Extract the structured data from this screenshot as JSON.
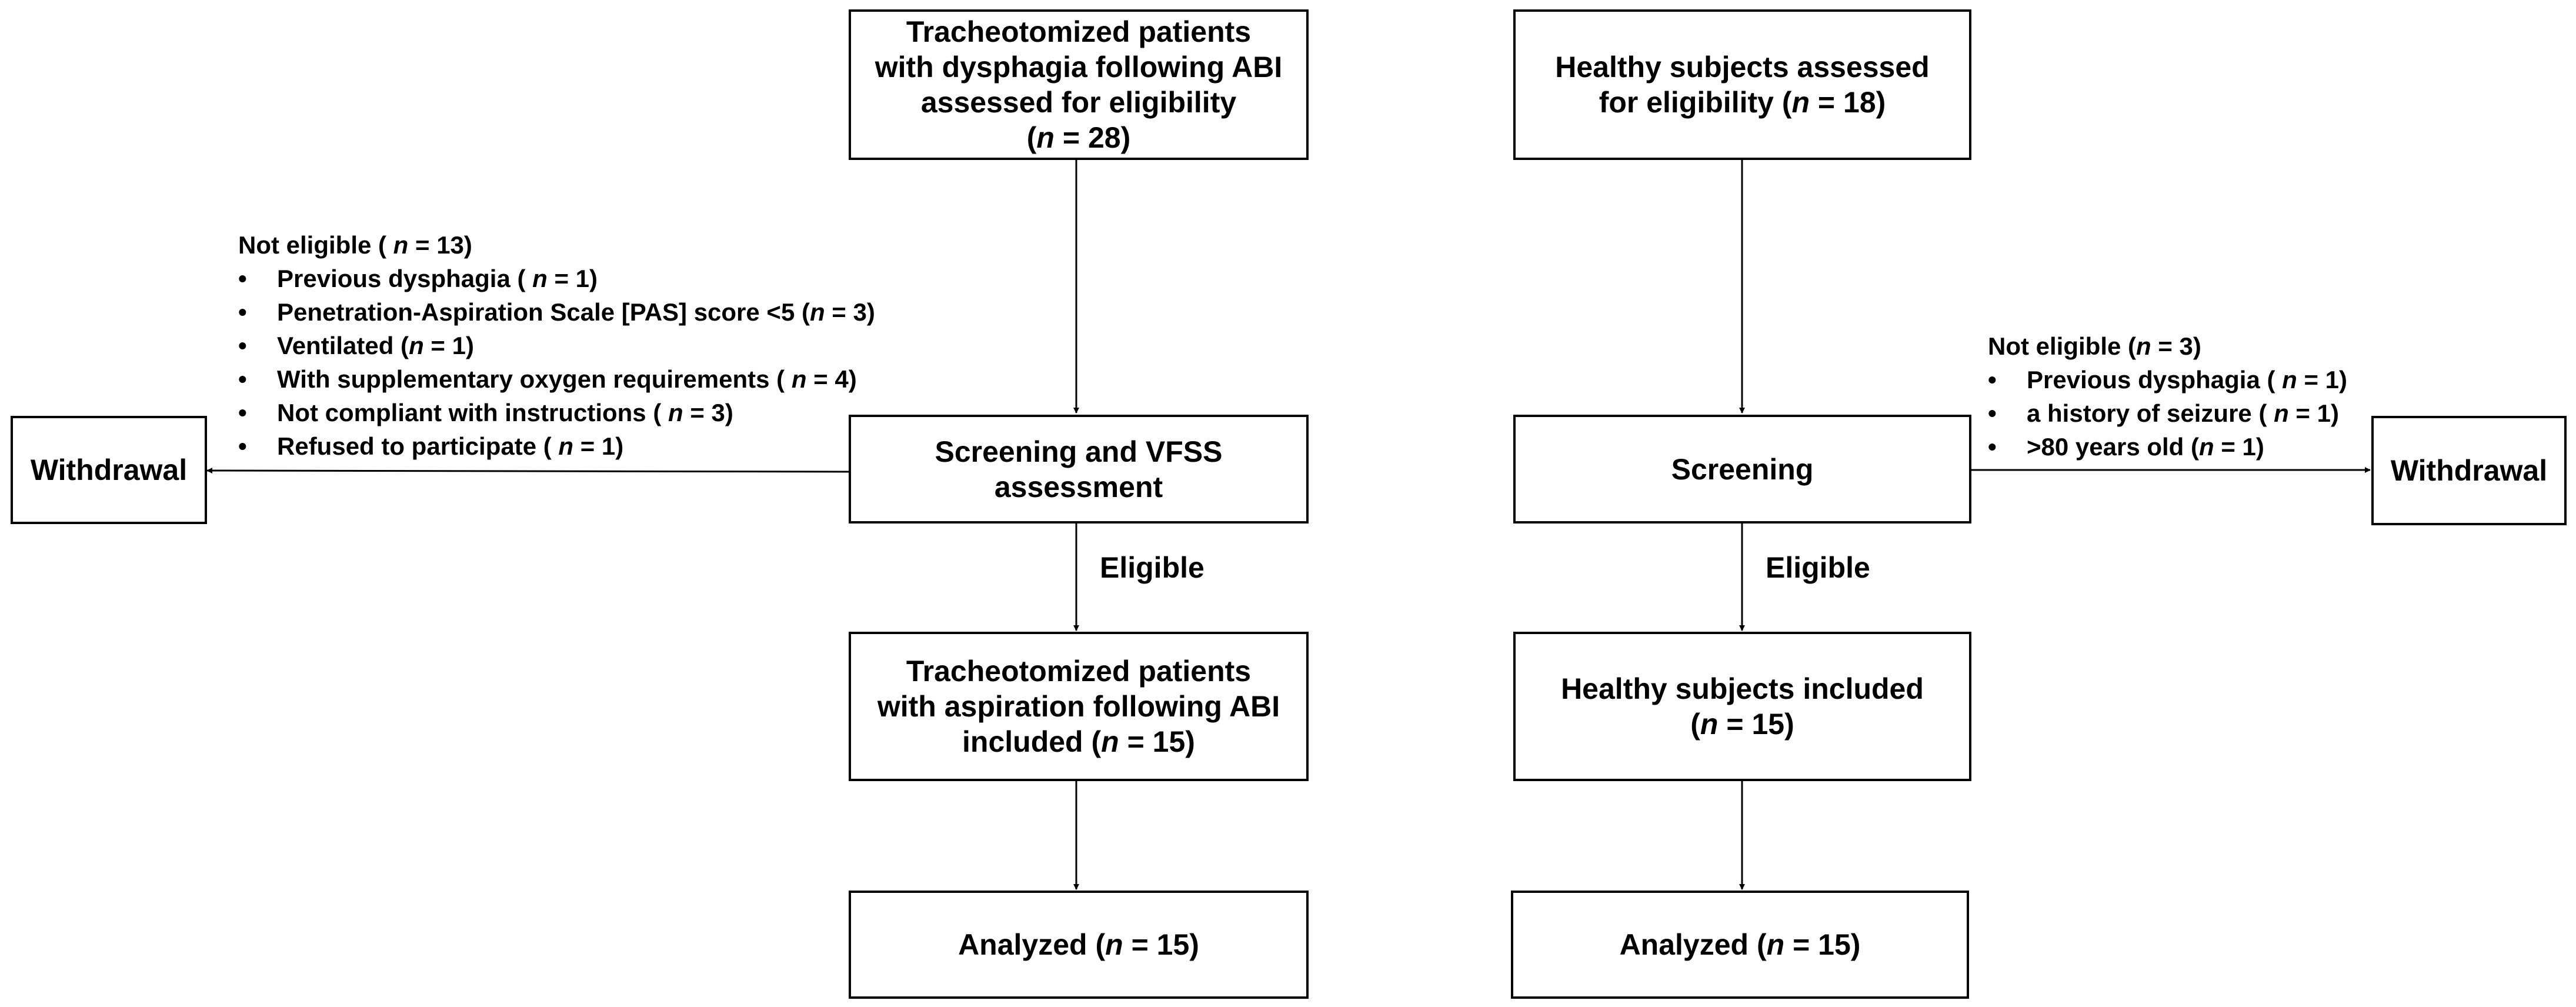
{
  "left": {
    "assessed": "Tracheotomized patients\nwith dysphagia following ABI\nassessed for eligibility\n(n = 28)",
    "screening": "Screening and VFSS\nassessment",
    "included": "Tracheotomized patients\nwith aspiration following ABI\nincluded (n = 15)",
    "analyzed": "Analyzed (n = 15)",
    "withdrawal": "Withdrawal",
    "eligible_label": "Eligible",
    "exclusion_title": "Not eligible ( n = 13)",
    "exclusion_items": [
      "Previous dysphagia ( n = 1)",
      "Penetration-Aspiration Scale [PAS] score <5 (n = 3)",
      "Ventilated (n = 1)",
      "With supplementary oxygen requirements ( n = 4)",
      "Not compliant with instructions ( n = 3)",
      "Refused to participate ( n = 1)"
    ]
  },
  "right": {
    "assessed": "Healthy subjects assessed\nfor eligibility (n = 18)",
    "screening": "Screening",
    "included": "Healthy subjects included\n(n = 15)",
    "analyzed": "Analyzed (n = 15)",
    "withdrawal": "Withdrawal",
    "eligible_label": "Eligible",
    "exclusion_title": "Not eligible (n = 3)",
    "exclusion_items": [
      "Previous dysphagia ( n = 1)",
      "a history of seizure ( n = 1)",
      ">80 years old (n = 1)"
    ]
  },
  "bullet_glyph": "•"
}
